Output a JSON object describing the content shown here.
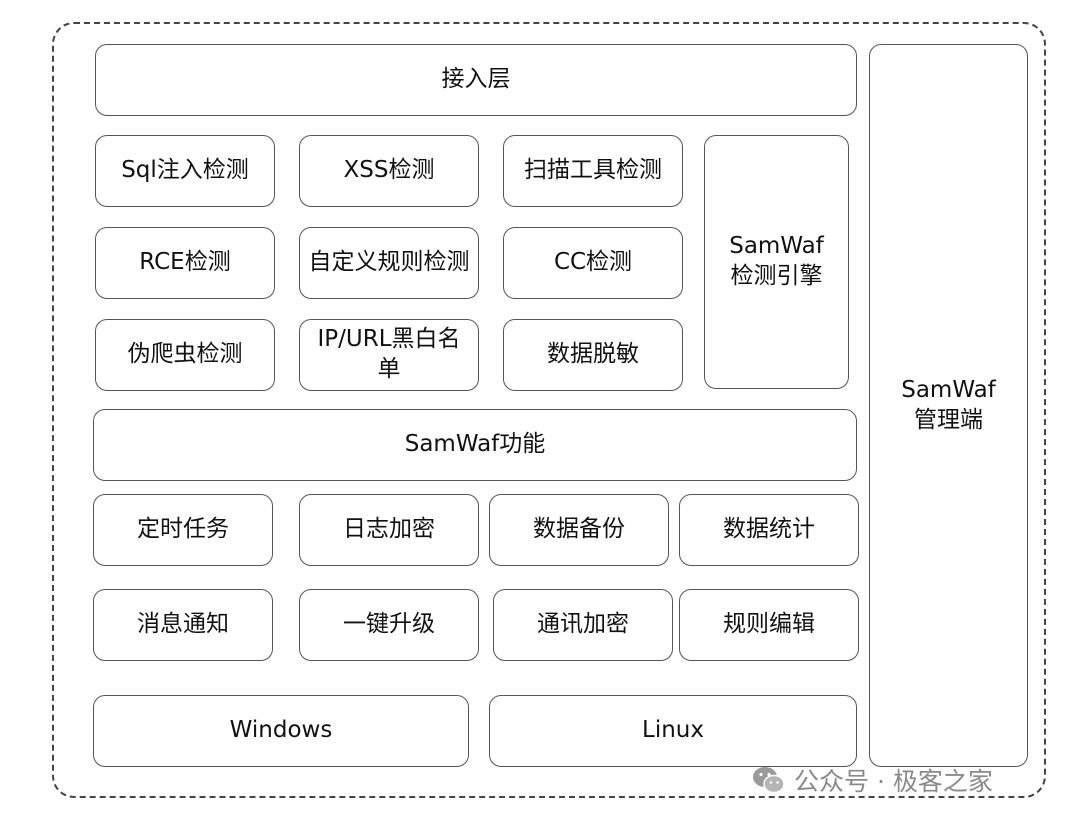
{
  "layers": {
    "access": "接入层",
    "features": "SamWaf功能"
  },
  "detections": {
    "sql": "Sql注入检测",
    "xss": "XSS检测",
    "scan": "扫描工具检测",
    "rce": "RCE检测",
    "custom": "自定义规则检测",
    "crawler": "伪爬虫检测",
    "iplist": "IP/URL黑白名单",
    "cc": "CC检测",
    "masking": "数据脱敏"
  },
  "engine": {
    "line1": "SamWaf",
    "line2": "检测引擎"
  },
  "management": {
    "line1": "SamWaf",
    "line2": "管理端"
  },
  "functions": {
    "scheduled": "定时任务",
    "log_encrypt": "日志加密",
    "backup": "数据备份",
    "stats": "数据统计",
    "notify": "消息通知",
    "upgrade": "一键升级",
    "comm_encrypt": "通讯加密",
    "rule_edit": "规则编辑"
  },
  "platforms": {
    "windows": "Windows",
    "linux": "Linux"
  },
  "watermark": {
    "text": "公众号 · 极客之家",
    "icon": "wechat-icon"
  }
}
